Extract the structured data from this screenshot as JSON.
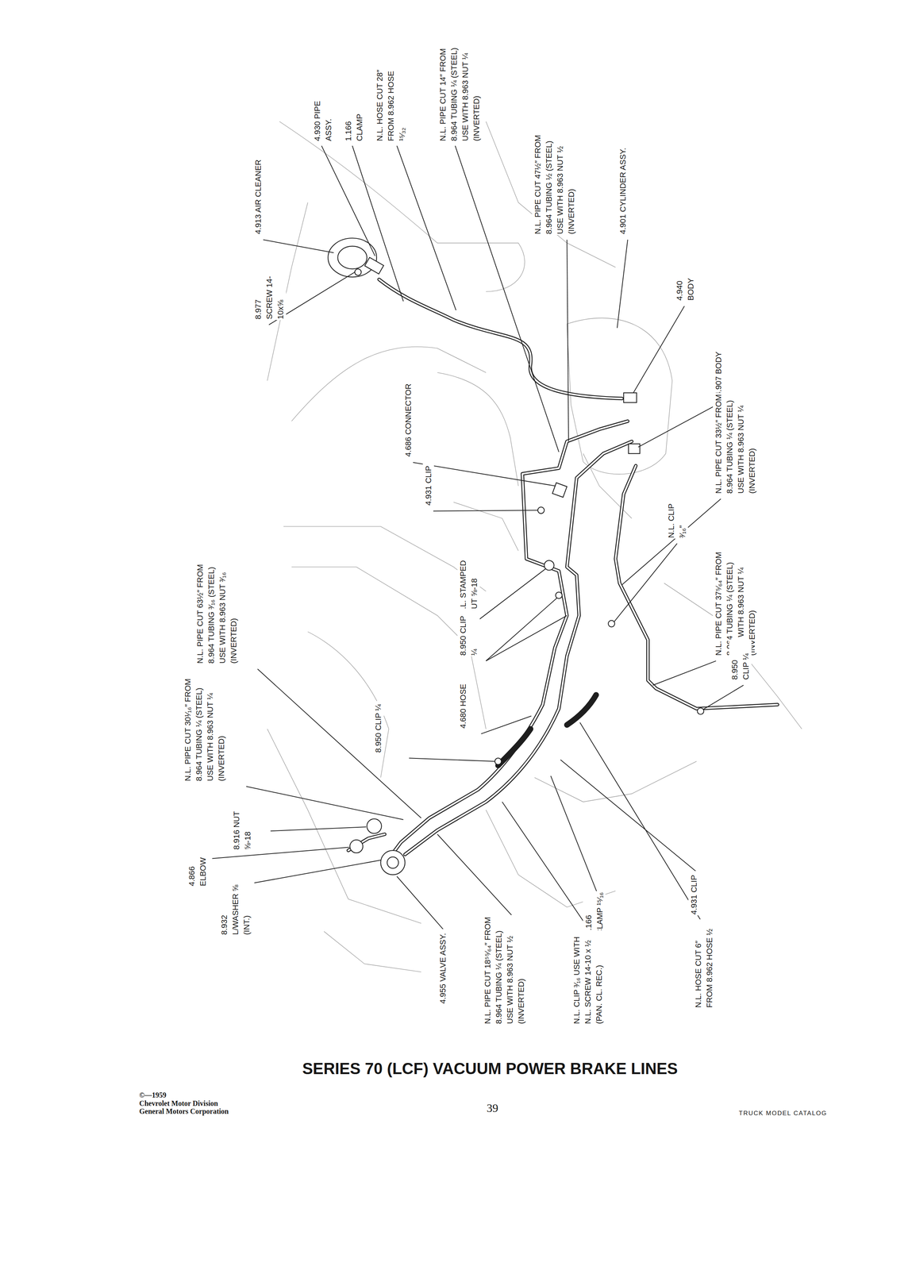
{
  "diagram": {
    "title": "SERIES 70 (LCF) VACUUM POWER BRAKE LINES",
    "labels": [
      "4.930 PIPE ASSY.",
      "1.166 CLAMP",
      "N.L. HOSE CUT 28″ FROM 8.962 HOSE ¹⁵⁄₃₂",
      "N.L. PIPE CUT 14″ FROM 8.964 TUBING ¼ (STEEL) USE WITH 8.963 NUT ¼ (INVERTED)",
      "N.L. PIPE CUT 47½″ FROM 8.964 TUBING ½ (STEEL) USE WITH 8.963 NUT ½ (INVERTED)",
      "4.901 CYLINDER ASSY.",
      "4.913 AIR CLEANER",
      "8.977 SCREW 14-10x⅝",
      "4.940 BODY",
      "4.907 BODY",
      "4.686 CONNECTOR",
      "4.931 CLIP",
      "N.L. PIPE CUT 33½″ FROM 8.964 TUBING ¼ (STEEL) USE WITH 8.963 NUT ¼ (INVERTED)",
      "N.L. CLIP ³⁄₁₆″",
      "N.L. STAMPED NUT ⅝-18",
      "N.L. PIPE CUT 63½″ FROM 8.964 TUBING ³⁄₁₆ (STEEL) USE WITH 8.963 NUT ³⁄₁₆ (INVERTED)",
      "N.L. PIPE CUT 37⁵⁄₆₄″ FROM 8.964 TUBING ¼ (STEEL) USE WITH 8.963 NUT ¼ (INVERTED)",
      "8.950 CLIP ¼",
      "8.950 CLIP ¼",
      "4.680 HOSE",
      "8.950 CLIP ¼",
      "N.L. PIPE CUT 30¹⁄₁₆″ FROM 8.964 TUBING ¼ (STEEL) USE WITH 8.963 NUT ¼ (INVERTED)",
      "8.916 NUT ⅝-18",
      "4.866 ELBOW",
      "8.932 L/WASHER ⅝ (INT.)",
      "4.931 CLIP",
      "1.166 CLAMP ¹⁵⁄₁₆",
      "4.955 VALVE ASSY.",
      "N.L. PIPE CUT 18⁵⁵⁄₆₄″ FROM 8.964 TUBING ¼ (STEEL) USE WITH 8.963 NUT ½ (INVERTED)",
      "N.L. CLIP ³⁄₁₆ USE WITH N.L. SCREW 14-10 x ½ (PAN. CL. REC.)",
      "N.L. HOSE CUT 6″ FROM 8.962 HOSE ½",
      "©—1959",
      "Chevrolet Motor Division",
      "General Motors Corporation",
      "39",
      "TRUCK MODEL CATALOG"
    ]
  }
}
